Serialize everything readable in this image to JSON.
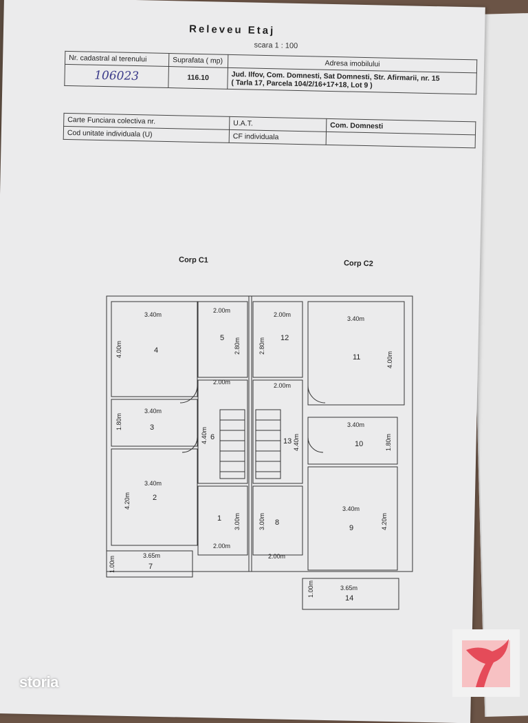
{
  "header": {
    "title": "Releveu Etaj",
    "scale": "scara  1 : 100"
  },
  "table1": {
    "col1_header": "Nr. cadastral al terenului",
    "col1_value": "106023",
    "col2_header": "Suprafata ( mp)",
    "col2_value": "116.10",
    "col3_header": "Adresa imobilului",
    "address_line1": "Jud. Ilfov, Com. Domnesti, Sat Domnesti, Str. Afirmarii, nr. 15",
    "address_line2": "( Tarla 17, Parcela 104/2/16+17+18, Lot 9 )"
  },
  "table2": {
    "row1_label": "Carte Funciara colectiva nr.",
    "row1_mid": "U.A.T.",
    "row1_value": "Com. Domnesti",
    "row2_label": "Cod unitate individuala (U)",
    "row2_mid": "CF individuala"
  },
  "plan": {
    "corp_left": "Corp C1",
    "corp_right": "Corp C2",
    "rooms": [
      "4",
      "5",
      "12",
      "11",
      "3",
      "6",
      "13",
      "10",
      "2",
      "1",
      "8",
      "9",
      "7",
      "14"
    ],
    "dims": [
      "3.40m",
      "2.00m",
      "2.00m",
      "3.40m",
      "4.00m",
      "2.80m",
      "2.80m",
      "4.00m",
      "2.00m",
      "2.00m",
      "3.40m",
      "3.40m",
      "1.80m",
      "4.40m",
      "4.40m",
      "1.80m",
      "3.40m",
      "3.40m",
      "4.20m",
      "3.00m",
      "3.00m",
      "4.20m",
      "2.00m",
      "2.00m",
      "3.65m",
      "3.65m",
      "1.00m",
      "1.00m"
    ]
  },
  "watermark": {
    "brand": "storia"
  }
}
